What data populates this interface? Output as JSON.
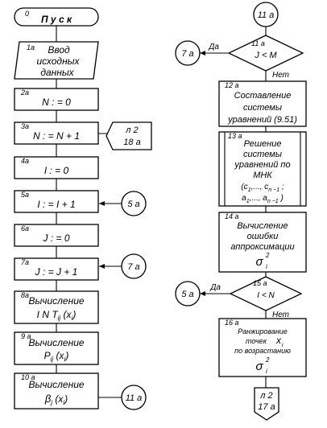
{
  "left": {
    "b0": {
      "num": "0",
      "text": "П у с к"
    },
    "b1a": {
      "num": "1а",
      "lines": [
        "Ввод",
        "исходных",
        "данных"
      ]
    },
    "b2a": {
      "num": "2а",
      "text": "N : = 0"
    },
    "b3a": {
      "num": "3а",
      "text": "N : = N + 1"
    },
    "b4a": {
      "num": "4а",
      "text": "I : = 0"
    },
    "b5a": {
      "num": "5а",
      "text": "I : = I + 1"
    },
    "b6a": {
      "num": "6а",
      "text": "J : = 0"
    },
    "b7a": {
      "num": "7а",
      "text": "J : = J + 1"
    },
    "b8a": {
      "num": "8а",
      "line1": "Вычисление",
      "l2pre": "I N T",
      "l2sub": "ij",
      "l2post": " (x",
      "l2sub2": "i",
      "l2end": ")"
    },
    "b9a": {
      "num": "9 а",
      "line1": "Вычисление",
      "l2pre": "P",
      "l2sub": "ij",
      "l2post": " (x",
      "l2sub2": "i",
      "l2end": ")"
    },
    "b10a": {
      "num": "10 а",
      "line1": "Вычисление",
      "l2pre": "β",
      "l2sub": "j",
      "l2post": " (x",
      "l2sub2": "i",
      "l2end": ")"
    },
    "offpage_l2_18a": [
      "л 2",
      "18 а"
    ],
    "conn_5a": "5 а",
    "conn_7a": "7 а",
    "conn_11a": "11 а"
  },
  "right": {
    "conn_top": "11 а",
    "d11a": {
      "num": "11 а",
      "cond": "J < M",
      "yes": "Да",
      "no": "Нет"
    },
    "conn_7a": "7 а",
    "b12a": {
      "num": "12 а",
      "lines": [
        "Составление",
        "системы",
        "уравнений (9.51)"
      ]
    },
    "b13a": {
      "num": "13 а",
      "lines": [
        "Решение",
        "системы",
        "уравнений  по",
        "МНК"
      ],
      "coef1": {
        "p1": "(c",
        "s1": "1",
        "p2": ",..., c",
        "s2": "n −1",
        "p3": " ;"
      },
      "coef2": {
        "p1": "a",
        "s1": "1",
        "p2": ",..., a",
        "s2": "n −1",
        "p3": " )"
      }
    },
    "b14a": {
      "num": "14 а",
      "lines": [
        "Вычисление",
        "ошибки",
        "аппроксимации"
      ],
      "sym": "σ",
      "sup": "2",
      "sub": "i"
    },
    "d15a": {
      "num": "15 а",
      "cond": "I < N",
      "yes": "Да",
      "no": "Нет"
    },
    "conn_5a": "5 а",
    "b16a": {
      "num": "16 а",
      "lines": [
        "Ранжирование",
        "точек"
      ],
      "xsym": "x",
      "xsub": "i",
      "line3": "по возрастанию",
      "sym": "σ",
      "sup": "2",
      "sub": "i"
    },
    "offpage_l2_17a": [
      "л 2",
      "17 а"
    ]
  }
}
